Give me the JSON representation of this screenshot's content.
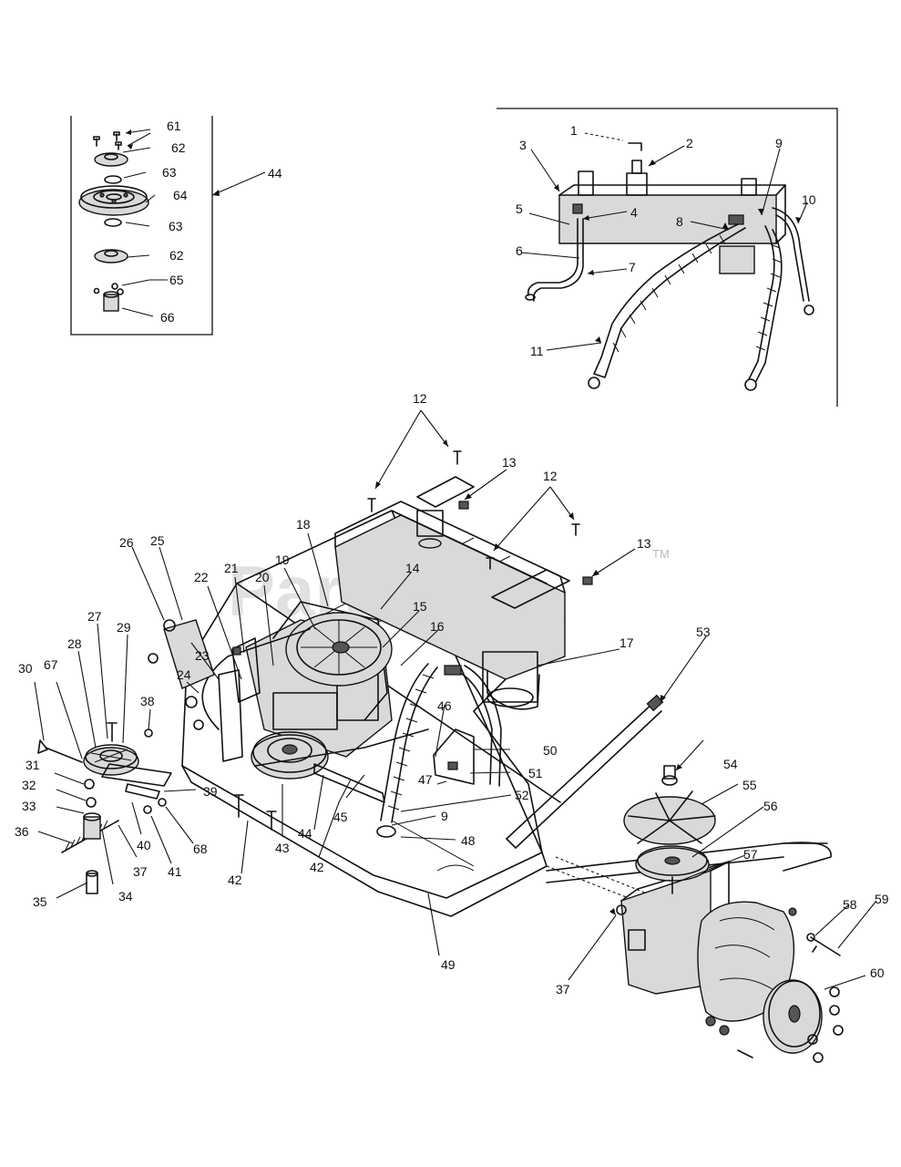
{
  "watermark": {
    "text": "PartsTree",
    "trademark": "TM"
  },
  "callouts": {
    "c1": "1",
    "c2": "2",
    "c3": "3",
    "c4": "4",
    "c5": "5",
    "c6": "6",
    "c7": "7",
    "c8": "8",
    "c9a": "9",
    "c9b": "9",
    "c10": "10",
    "c11": "11",
    "c12a": "12",
    "c12b": "12",
    "c13a": "13",
    "c13b": "13",
    "c14": "14",
    "c15": "15",
    "c16": "16",
    "c17": "17",
    "c18": "18",
    "c19": "19",
    "c20": "20",
    "c21": "21",
    "c22": "22",
    "c23": "23",
    "c24": "24",
    "c25": "25",
    "c26": "26",
    "c27": "27",
    "c28": "28",
    "c29": "29",
    "c30": "30",
    "c31": "31",
    "c32": "32",
    "c33": "33",
    "c34": "34",
    "c35": "35",
    "c36": "36",
    "c37a": "37",
    "c37b": "37",
    "c38": "38",
    "c39": "39",
    "c40": "40",
    "c41": "41",
    "c42a": "42",
    "c42b": "42",
    "c43": "43",
    "c44a": "44",
    "c44b": "44",
    "c45": "45",
    "c46": "46",
    "c47": "47",
    "c48": "48",
    "c49": "49",
    "c50": "50",
    "c51": "51",
    "c52": "52",
    "c53": "53",
    "c54": "54",
    "c55": "55",
    "c56": "56",
    "c57": "57",
    "c58": "58",
    "c59": "59",
    "c60": "60",
    "c61": "61",
    "c62a": "62",
    "c62b": "62",
    "c63a": "63",
    "c63b": "63",
    "c64": "64",
    "c65": "65",
    "c66": "66",
    "c67": "67",
    "c68": "68"
  }
}
